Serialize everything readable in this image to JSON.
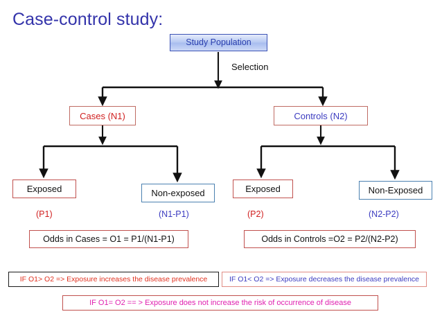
{
  "slide": {
    "title": "Case-control study:",
    "title_color": "#3333aa",
    "background": "#ffffff"
  },
  "nodes": {
    "study_population": {
      "label": "Study  Population",
      "text_color": "#2a3fae",
      "border_color": "#3b52b5",
      "fill": "#b7c9f2"
    },
    "cases": {
      "label": "Cases  (N1)",
      "text_color": "#d02020",
      "border_color": "#bf6b63"
    },
    "controls": {
      "label": "Controls (N2)",
      "text_color": "#3b3bc0",
      "border_color": "#bf6b63"
    },
    "exposed_cases": {
      "label": "Exposed",
      "text_color": "#111111",
      "border_color": "#c0504d"
    },
    "nonexposed_cases": {
      "label": "Non-exposed",
      "text_color": "#111111",
      "border_color": "#4a80b0"
    },
    "exposed_controls": {
      "label": "Exposed",
      "text_color": "#111111",
      "border_color": "#c0504d"
    },
    "nonexposed_controls": {
      "label": "Non-Exposed",
      "text_color": "#111111",
      "border_color": "#4a80b0"
    }
  },
  "captions": {
    "p1": "(P1)",
    "n1_minus_p1": "(N1-P1)",
    "p2": "(P2)",
    "n2_minus_p2": "(N2-P2)"
  },
  "edges": {
    "selection_label": "Selection",
    "arrow_color": "#111111"
  },
  "formulas": {
    "odds_in_cases": "Odds in Cases = O1 = P1/(N1-P1)",
    "odds_in_controls": "Odds in Controls  =O2 = P2/(N2-P2)"
  },
  "conclusions": {
    "greater": {
      "text": "IF O1> O2 => Exposure increases the disease prevalence",
      "text_color": "#e0301e",
      "border_color": "#1a1a1a"
    },
    "less": {
      "text": "IF O1< O2 => Exposure decreases the disease prevalence",
      "text_color": "#3b3bc0",
      "border_color": "#e08c84"
    },
    "equal": {
      "text": "IF O1= O2  == > Exposure does not increase the risk of occurrence of disease",
      "text_color": "#e020b0",
      "border_color": "#c0504d"
    }
  }
}
